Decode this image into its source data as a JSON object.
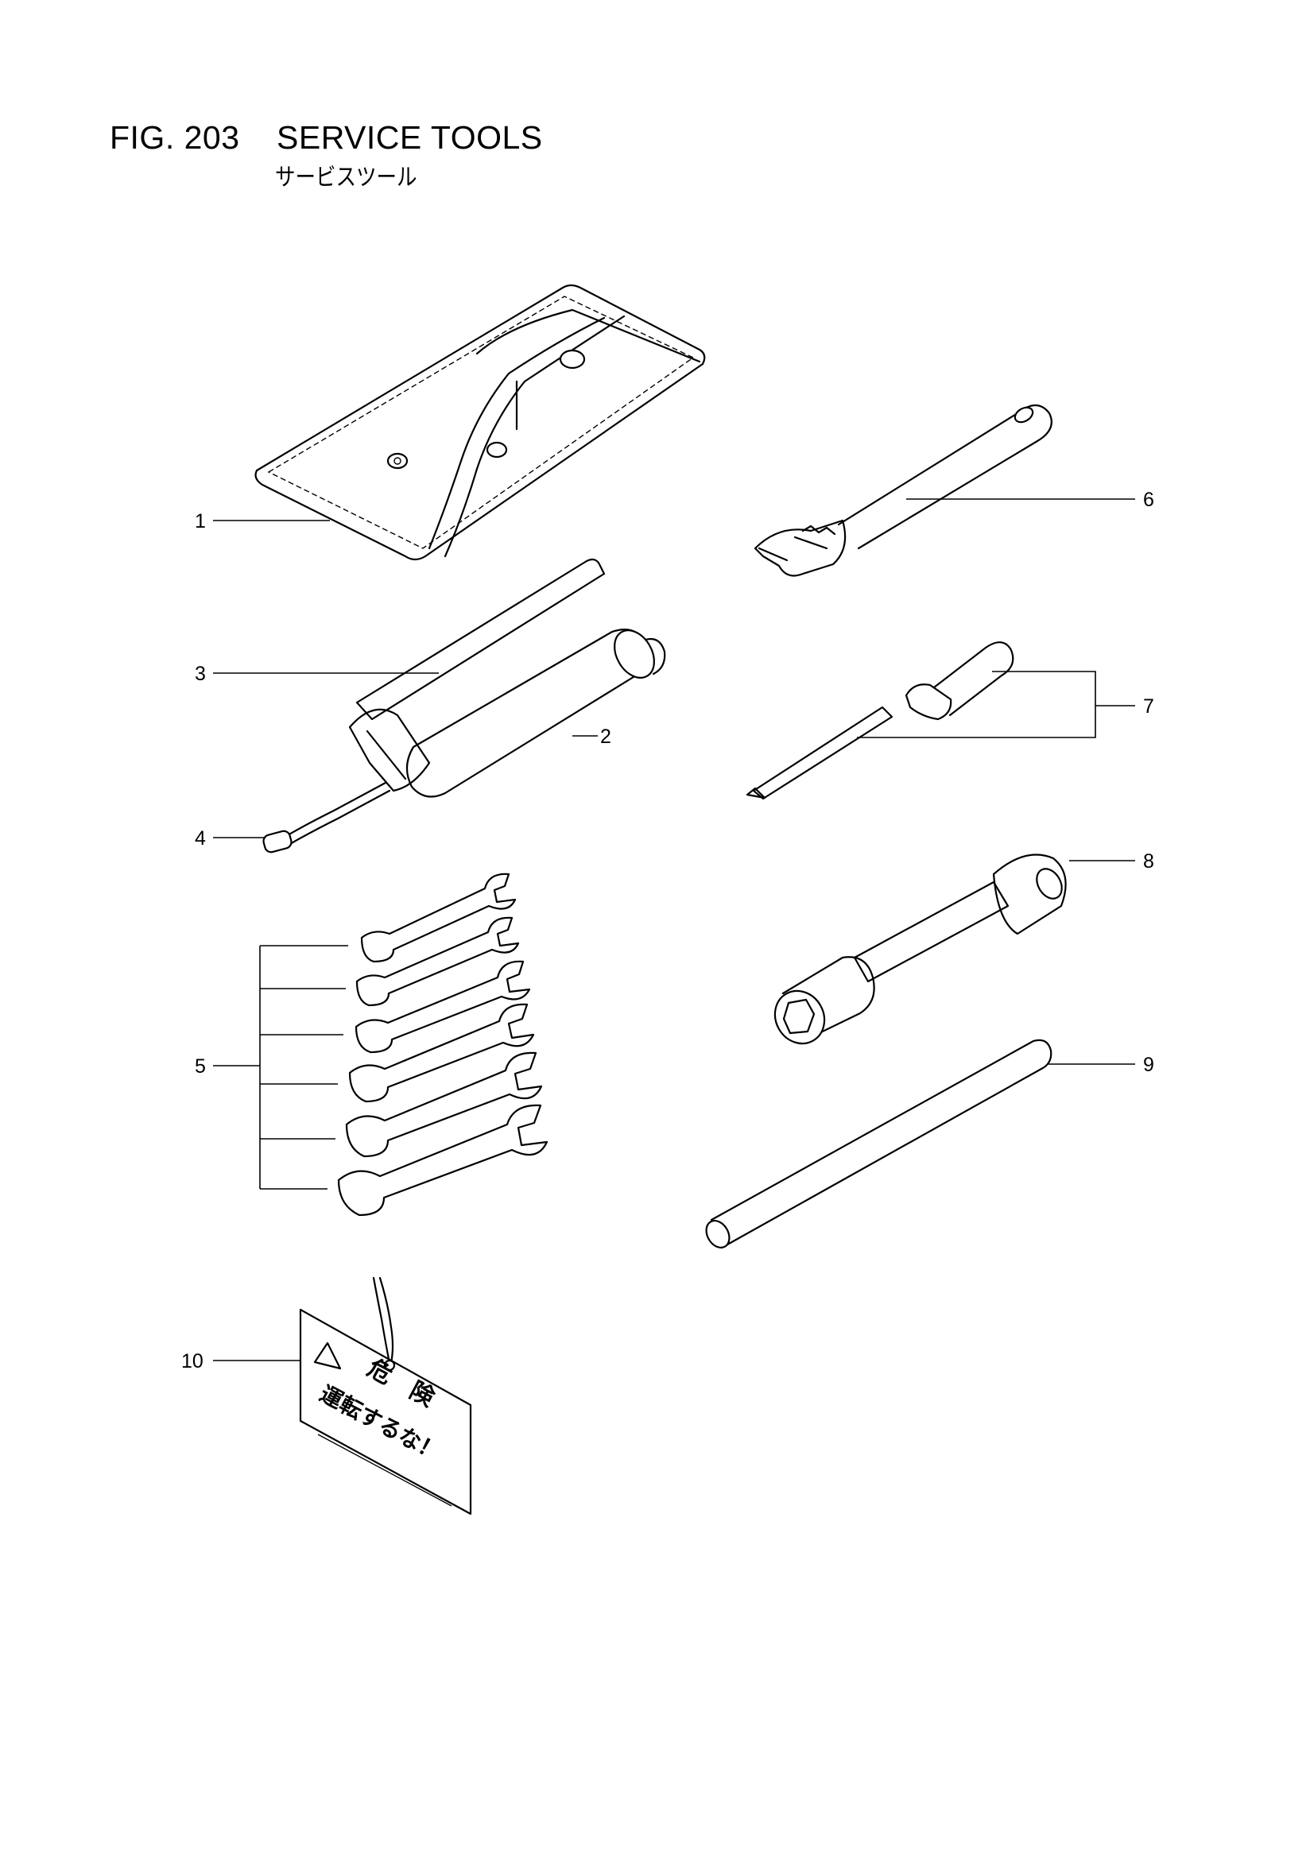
{
  "header": {
    "figure": "FIG. 203",
    "title": "SERVICE TOOLS",
    "subtitle": "サービスツール"
  },
  "callouts": [
    "1",
    "2",
    "3",
    "4",
    "5",
    "6",
    "7",
    "8",
    "9",
    "10"
  ],
  "warning_tag": {
    "line1": "危　険",
    "line2": "運転するな！"
  }
}
